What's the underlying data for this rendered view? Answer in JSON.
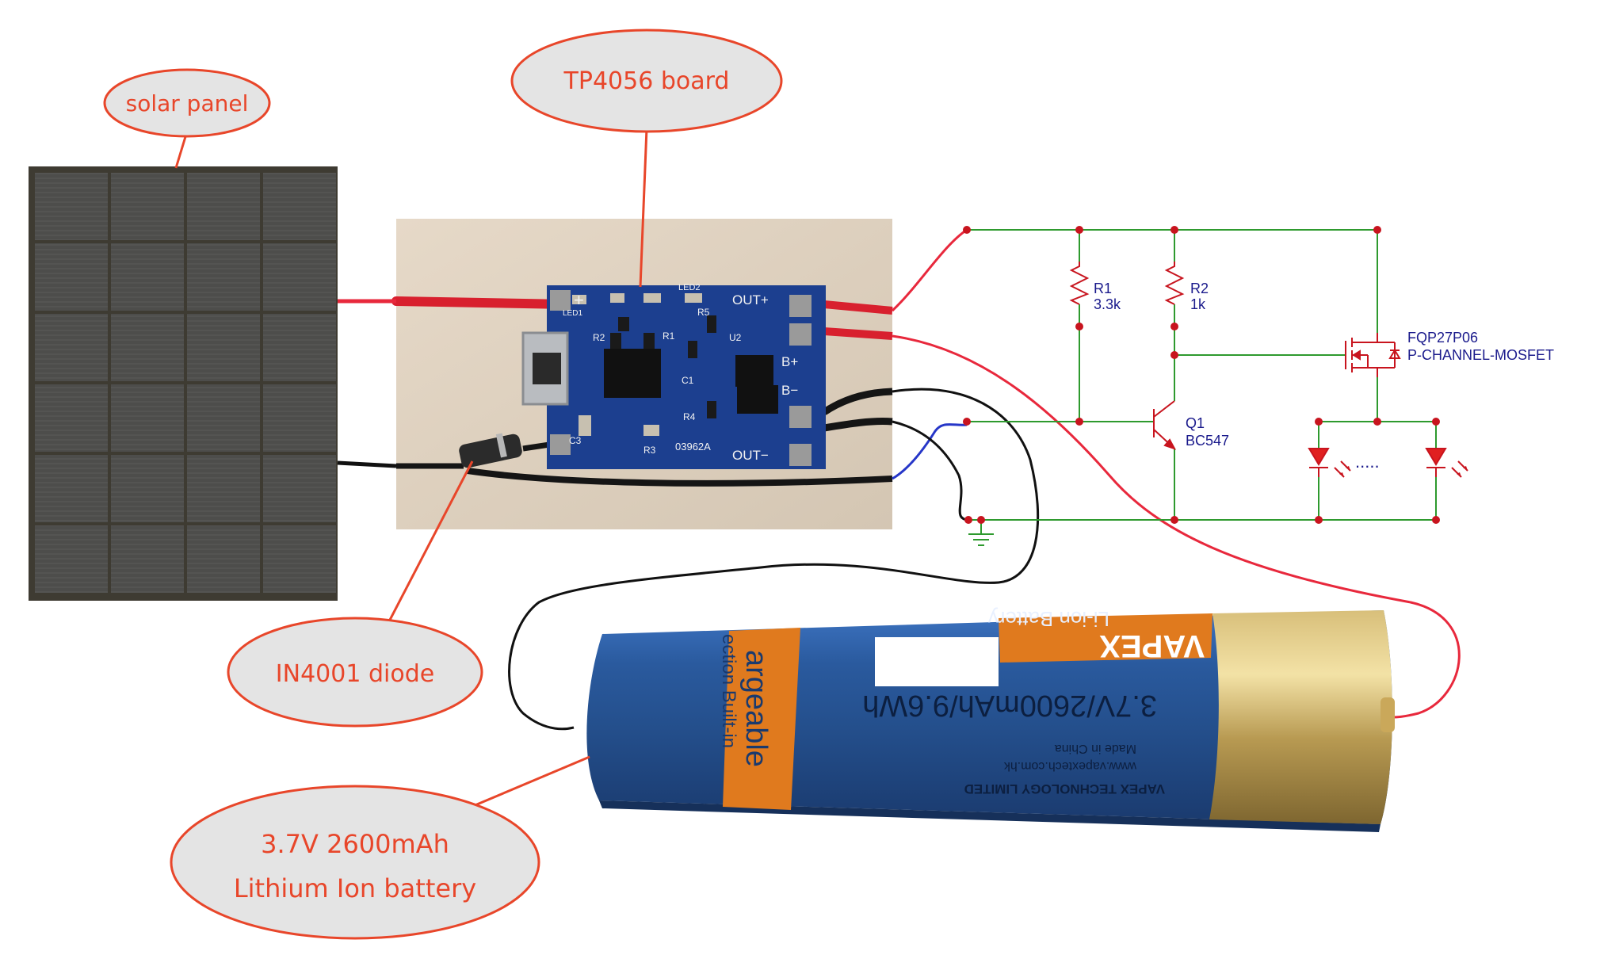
{
  "callouts": {
    "solar_panel": "solar panel",
    "tp4056": "TP4056 board",
    "diode": "IN4001 diode",
    "battery_line1": "3.7V 2600mAh",
    "battery_line2": "Lithium Ion battery"
  },
  "pcb": {
    "plus": "+",
    "led1": "LED1",
    "led2": "LED2",
    "r2": "R2",
    "r1": "R1",
    "r5": "R5",
    "u2": "U2",
    "c1": "C1",
    "c3": "C3",
    "r3": "R3",
    "r4": "R4",
    "code": "03962A",
    "out_plus": "OUT+",
    "b_plus": "B+",
    "b_minus": "B−",
    "out_minus": "OUT−"
  },
  "schematic": {
    "r1_name": "R1",
    "r1_value": "3.3k",
    "r2_name": "R2",
    "r2_value": "1k",
    "q1_name": "Q1",
    "q1_value": "BC547",
    "mosfet_name": "FQP27P06",
    "mosfet_type": "P-CHANNEL-MOSFET",
    "led_dots": "....."
  },
  "battery": {
    "brand": "VAPEX",
    "type": "Li-ion Battery",
    "spec": "3.7V/2600mAh/9.6Wh",
    "rechargeable": "argeable",
    "lithium": "ection Built-in",
    "made_in": "Made in China",
    "website": "www.vapextech.com.hk",
    "company": "VAPEX TECHNOLOGY LIMITED"
  },
  "colors": {
    "callout": "#e8462a",
    "wire_red": "#e8283c",
    "wire_black": "#111111",
    "wire_blue": "#2636c8",
    "schematic_green": "#2e9a2e",
    "schematic_node": "#c8141e",
    "schematic_label": "#1a1a8c",
    "pcb_blue": "#1c3f8f",
    "battery_blue": "#2a5a9e",
    "battery_orange": "#e07a1e"
  }
}
